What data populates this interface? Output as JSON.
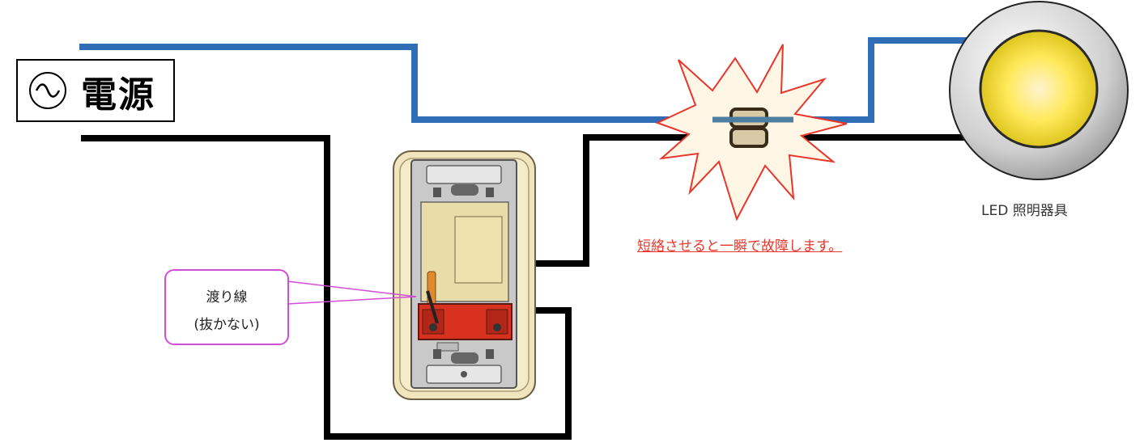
{
  "power_source": {
    "symbol": "sine-wave-icon",
    "label": "電源"
  },
  "light": {
    "label": "LED 照明器具"
  },
  "warning": {
    "text": "短絡させると一瞬で故障します。"
  },
  "callout": {
    "line1": "渡り線",
    "line2": "(抜かない)"
  },
  "colors": {
    "neutral_wire": "#2f6db6",
    "live_wire": "#000000",
    "warning": "#e8362b",
    "callout_border": "#d24dd6",
    "switch_plate": "#f0e5bd",
    "switch_body": "#d9311f"
  }
}
